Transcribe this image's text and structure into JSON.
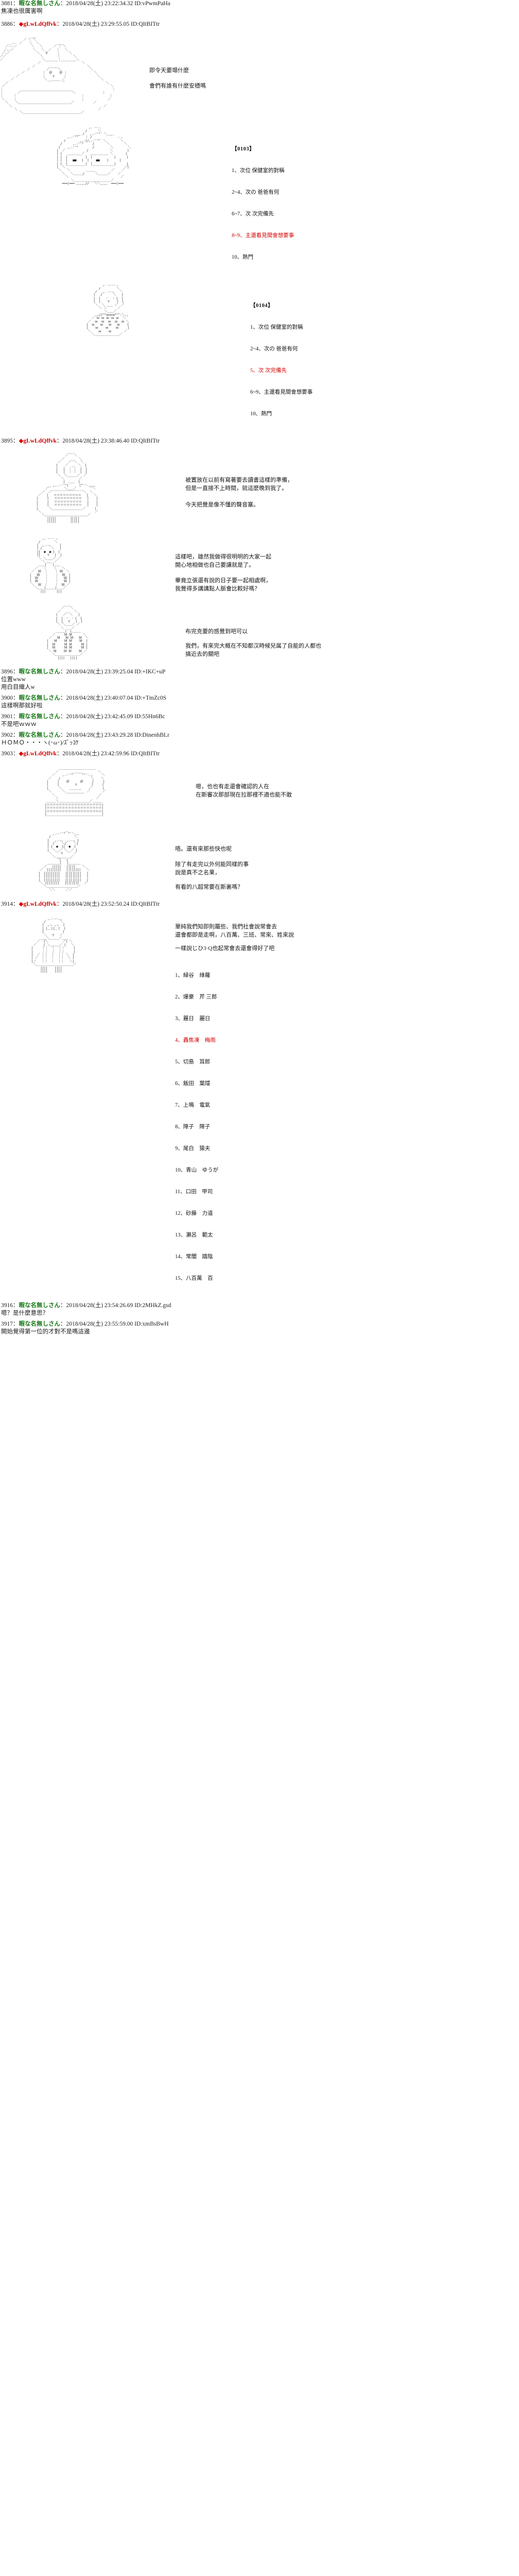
{
  "meta": {
    "board_style": "2channel AA thread archive",
    "text_color": "#1a1a1a",
    "anon_name_color": "#1b7a1b",
    "trip_name_color": "#cc0000"
  },
  "posts": [
    {
      "id": "3881",
      "sep": "：",
      "name": "暇な名無しさん",
      "name_type": "anon",
      "date": "2018/04/28(土) 23:22:34.32",
      "pid": "ID:vPwmPaHa",
      "body": "焦凍也很厲害啊"
    },
    {
      "id": "3886",
      "sep": "：",
      "name": "gLwLdQffvk",
      "name_type": "trip",
      "diamond": "◆",
      "date": "2018/04/28(土) 23:29:55.05",
      "pid": "ID:QItBITtr",
      "body": ""
    },
    {
      "id": "3895",
      "sep": "：",
      "name": "gLwLdQffvk",
      "name_type": "trip",
      "diamond": "◆",
      "date": "2018/04/28(土) 23:38:46.40",
      "pid": "ID:QItBITtr",
      "body": ""
    },
    {
      "id": "3896",
      "sep": "：",
      "name": "暇な名無しさん",
      "name_type": "anon",
      "date": "2018/04/28(土) 23:39:25.04",
      "pid": "ID:+IKC+uP",
      "body": "位置www\n用白目織人w"
    },
    {
      "id": "3900",
      "sep": "：",
      "name": "暇な名無しさん",
      "name_type": "anon",
      "date": "2018/04/28(土) 23:40:07.04",
      "pid": "ID:+TmZc0S",
      "body": "這樣啊那就好啦"
    },
    {
      "id": "3901",
      "sep": "：",
      "name": "暇な名無しさん",
      "name_type": "anon",
      "date": "2018/04/28(土) 23:42:45.09",
      "pid": "ID:55Hn6Bc",
      "body": "不是吧ｗｗｗ"
    },
    {
      "id": "3902",
      "sep": "：",
      "name": "暇な名無しさん",
      "name_type": "anon",
      "date": "2018/04/28(土) 23:43:29.28",
      "pid": "ID:DinenhBLr",
      "body": "ＨＯＭＯ・・・ヽ(･ω･)/ｽﾞｯｺｹ"
    },
    {
      "id": "3903",
      "sep": "：",
      "name": "gLwLdQffvk",
      "name_type": "trip",
      "diamond": "◆",
      "date": "2018/04/28(土) 23:42:59.96",
      "pid": "ID:QItBITtr",
      "body": ""
    },
    {
      "id": "3914",
      "sep": "：",
      "name": "gLwLdQffvk",
      "name_type": "trip",
      "diamond": "◆",
      "date": "2018/04/28(土) 23:52:50.24",
      "pid": "ID:QItBITtr",
      "body": ""
    },
    {
      "id": "3916",
      "sep": "：",
      "name": "暇な名無しさん",
      "name_type": "anon",
      "date": "2018/04/28(土) 23:54:26.69",
      "pid": "ID:2MHkZ.gsd",
      "body": "嗯？是什麼意思？"
    },
    {
      "id": "3917",
      "sep": "：",
      "name": "暇な名無しさん",
      "name_type": "anon",
      "date": "2018/04/28(土) 23:55:59.00",
      "pid": "ID:xmBsBwH",
      "body": "開始覺得第一位的才對不是嗎這邊"
    }
  ],
  "speech": {
    "s1_line1": "即令天要塌什麼",
    "s1_line2": "會們有誰有什麼安穩嗎",
    "s2_line1": "被置放在以前有寫著要去讀書這樣的準備，",
    "s2_line2": "但是一直接不上時間，就這麼晚到我了。",
    "s2_line3": "今天把覺是像不懂的聲音塞。",
    "s3_line1": "這樣吧，雄然我做得很明明的大家一起",
    "s3_line2": "開心地相做也自己要讓就是了。",
    "s3_line3": "畢竟立張還有說的日子要一起相處啊，",
    "s3_line4": "我覺得多講講點人脈會比較好嗎？",
    "s4_line1": "布完克要的感覺到吧可以",
    "s4_line2": "我們，有來完大概在不知都汉時候兒属了自能的人都也",
    "s4_line3": "搞近去的關吧",
    "s5_line1": "嗯，也也有走還會確認的人在",
    "s5_line2": "在斯審次那部現在拉那裡不適也能不敢",
    "s6_line1": "唔。還有來那些快也呢",
    "s6_line2": "除了有走完以外何能同樣的事",
    "s6_line3": "說是真不之名果，",
    "s6_line4": "有看的八超常要在斯裏嗎？",
    "s7_line1": "單純我們知即則屬些、我們社會說常會去",
    "s7_line2": "還會都即是走啊，八百萬、三班、常來、姓來說",
    "s7_line3": "一樣說じひ3·Q也起常會去還會得好了吧"
  },
  "choice_blocks": [
    {
      "title": "【0103】",
      "lines": [
        {
          "text": "1、次位 保健室的對稱",
          "color": "black"
        },
        {
          "text": "2~4、次の 爸爸有何",
          "color": "black"
        },
        {
          "text": "6~7、次 次完備先",
          "color": "black"
        },
        {
          "text": "8~9、主還看見間會想要事",
          "color": "red"
        },
        {
          "text": "10、熱門",
          "color": "black"
        }
      ]
    },
    {
      "title": "【0104】",
      "lines": [
        {
          "text": "1、次位 保健室的對稱",
          "color": "black"
        },
        {
          "text": "2~4、次の 爸爸有何",
          "color": "black"
        },
        {
          "text": "5、次 次完備先",
          "color": "red"
        },
        {
          "text": "6~9、主還看見間會想要事",
          "color": "black"
        },
        {
          "text": "10、熱門",
          "color": "black"
        }
      ]
    }
  ],
  "final_list": {
    "items": [
      {
        "num": "1、",
        "label": "緑谷",
        "right": "綠蘿",
        "color": "black"
      },
      {
        "num": "2、",
        "label": "爆豪",
        "right": "芹 三郎",
        "color": "black"
      },
      {
        "num": "3、",
        "label": "麗日",
        "right": "麗日",
        "color": "black"
      },
      {
        "num": "4、",
        "label": "轟焦凍",
        "right": "梅雨",
        "color": "red"
      },
      {
        "num": "5、",
        "label": "切島",
        "right": "耳郎",
        "color": "black"
      },
      {
        "num": "6、",
        "label": "飯田",
        "right": "葉隱",
        "color": "black"
      },
      {
        "num": "7、",
        "label": "上鳴",
        "right": "電氣",
        "color": "black"
      },
      {
        "num": "8、",
        "label": "障子",
        "right": "障子",
        "color": "black"
      },
      {
        "num": "9、",
        "label": "尾白",
        "right": "猿夫",
        "color": "black"
      },
      {
        "num": "10、",
        "label": "青山",
        "right": "ゆうが",
        "color": "black"
      },
      {
        "num": "11、",
        "label": "口田",
        "right": "甲司",
        "color": "black"
      },
      {
        "num": "12、",
        "label": "砂藤",
        "right": "力道",
        "color": "black"
      },
      {
        "num": "13、",
        "label": "瀬呂",
        "right": "範太",
        "color": "black"
      },
      {
        "num": "14、",
        "label": "常闇",
        "right": "踏陰",
        "color": "black"
      },
      {
        "num": "15、",
        "label": "八百萬",
        "right": "百",
        "color": "black"
      }
    ]
  }
}
